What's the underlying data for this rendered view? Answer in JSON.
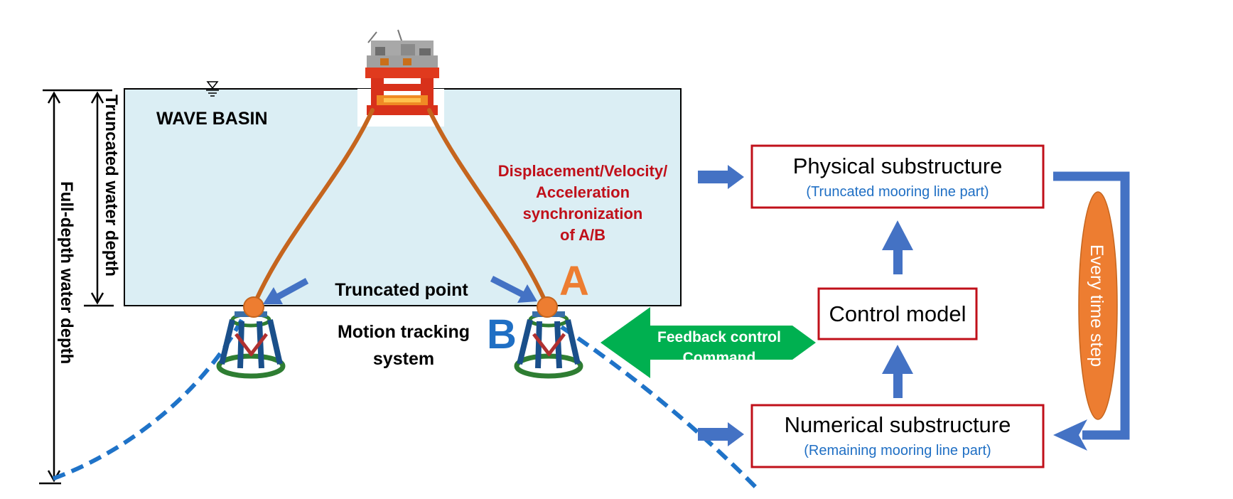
{
  "diagram": {
    "wave_basin_label": "WAVE BASIN",
    "truncated_depth_label": "Truncated water depth",
    "full_depth_label": "Full-depth water depth",
    "sync_label_lines": [
      "Displacement/Velocity/",
      "Acceleration",
      "synchronization",
      "of A/B"
    ],
    "truncated_point_label": "Truncated point",
    "motion_tracking_lines": [
      "Motion tracking",
      "system"
    ],
    "point_a": "A",
    "point_b": "B",
    "physical_title": "Physical substructure",
    "physical_sub": "(Truncated mooring line part)",
    "control_title": "Control model",
    "numerical_title": "Numerical substructure",
    "numerical_sub": "(Remaining mooring line part)",
    "feedback_lines": [
      "Feedback control",
      "Command"
    ],
    "time_step_label": "Every time step"
  },
  "colors": {
    "basin_fill": "#dbeef4",
    "mooring_line": "#c5651e",
    "dashed_line": "#1f73c8",
    "box_border": "#c0101a",
    "blue_arrow": "#4472c4",
    "green_arrow": "#00b050",
    "orange_ellipse": "#ed7d31",
    "sync_text": "#c0101a",
    "point_a": "#ed7d31",
    "point_b": "#1f6fc4"
  }
}
